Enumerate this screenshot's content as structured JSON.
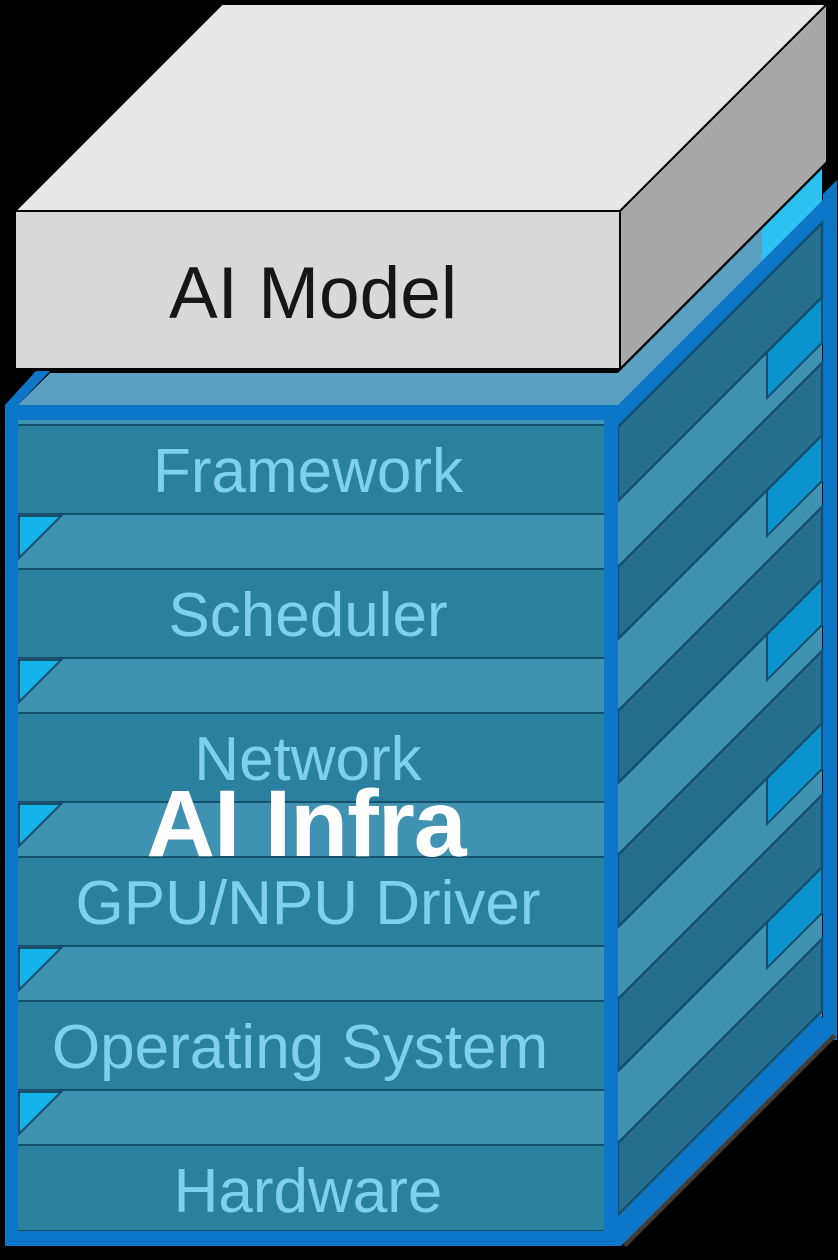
{
  "diagram": {
    "top_block": {
      "label": "AI Model"
    },
    "stack": {
      "overlay_label": "AI Infra",
      "layers": [
        {
          "label": "Framework"
        },
        {
          "label": "Scheduler"
        },
        {
          "label": "Network"
        },
        {
          "label": "GPU/NPU Driver"
        },
        {
          "label": "Operating System"
        },
        {
          "label": "Hardware"
        }
      ]
    },
    "colors": {
      "background": "#000000",
      "frame_blue": "#0c77c8",
      "layer_teal": "#2b80a0",
      "layer_outline": "#17506b",
      "spacer_blue": "#4092b3",
      "rim_light_blue": "#5aa0c3",
      "accent_cyan": "#13b2ea",
      "back_wall_cyan": "#0a93cc",
      "top_cyan": "#2cc3f2",
      "side_face_teal": "#266f8e",
      "model_gray_front": "#d9d9d9",
      "model_gray_top": "#e7e7e7",
      "model_gray_side": "#a8a8a8",
      "label_text": "#7fd0f0",
      "overlay_text": "#ffffff"
    }
  }
}
